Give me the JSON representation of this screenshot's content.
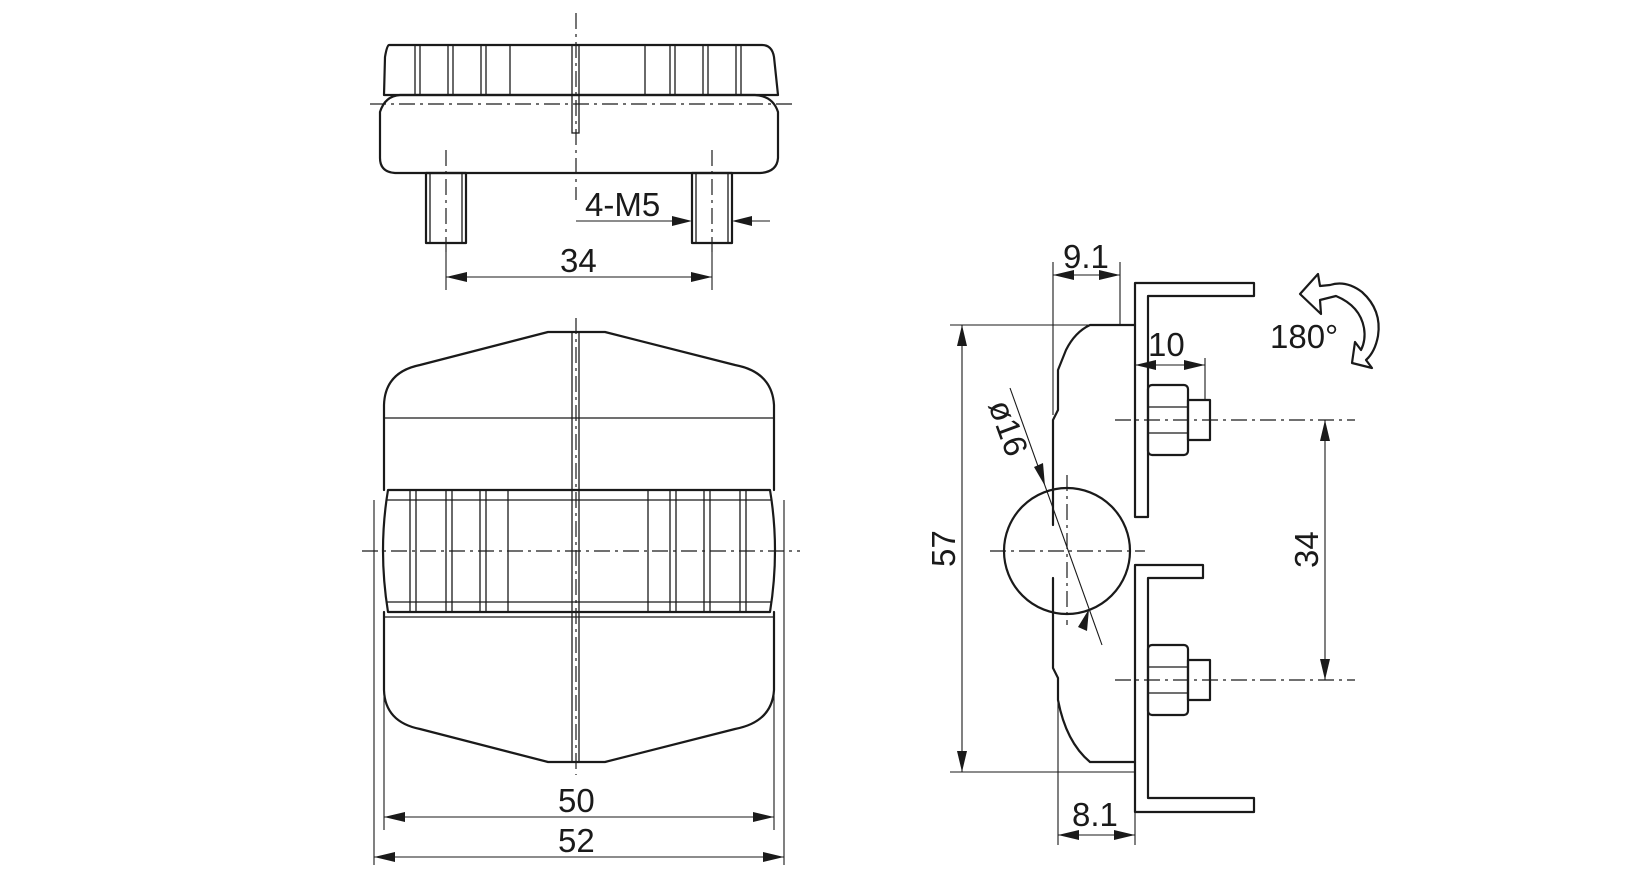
{
  "drawing": {
    "stroke_color": "#1a1a1a",
    "background_color": "#ffffff",
    "labels": {
      "thread_spec": "4-M5",
      "bolt_spacing_top": "34",
      "width_inner": "50",
      "width_outer": "52",
      "offset_top": "9.1",
      "offset_bottom": "8.1",
      "bracket_gap": "10",
      "height_total": "57",
      "bolt_spacing_side": "34",
      "diameter": "ø16",
      "rotation": "180°"
    }
  }
}
